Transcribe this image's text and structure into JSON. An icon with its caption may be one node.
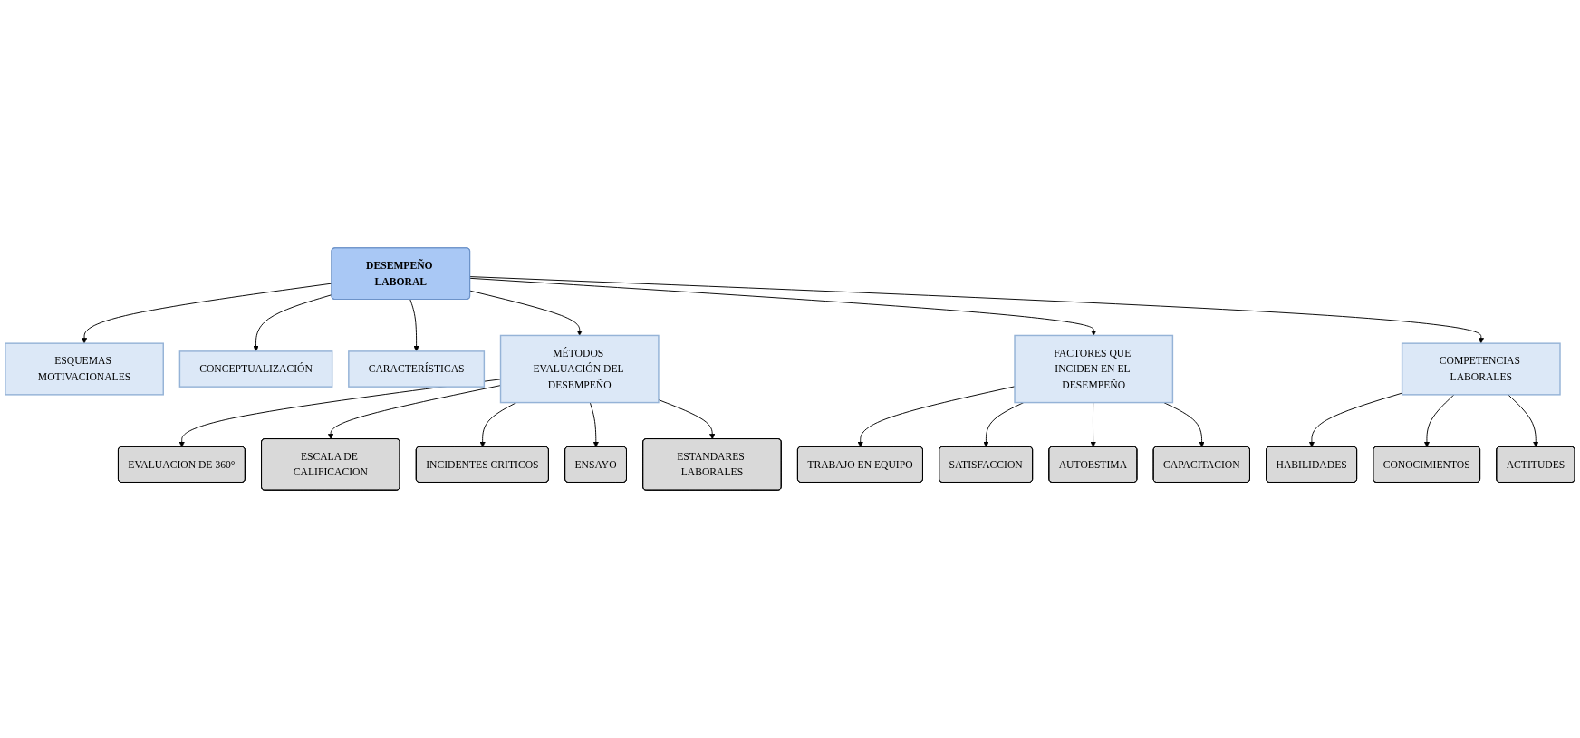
{
  "diagram": {
    "nodes": [
      {
        "text": [
          "DESEMPEÑO LABORAL"
        ]
      },
      {
        "text": [
          "ESQUEMAS MOTIVACIONALES"
        ]
      },
      {
        "text": [
          "CONCEPTUALIZACIÓN"
        ]
      },
      {
        "text": [
          "CARACTERÍSTICAS"
        ]
      },
      {
        "text": [
          "MÉTODOS EVALUACIÓN DEL DESEMPEÑO"
        ]
      },
      {
        "text": [
          "EVALUACION DE 360°"
        ]
      },
      {
        "text": [
          "ESCALA DE CALIFICACION"
        ]
      },
      {
        "text": [
          "INCIDENTES CRITICOS"
        ]
      },
      {
        "text": [
          "ENSAYO"
        ]
      },
      {
        "text": [
          "ESTANDARES LABORALES"
        ]
      },
      {
        "text": [
          "FACTORES QUE INCIDEN EN EL DESEMPEÑO"
        ]
      },
      {
        "text": [
          "COMPETENCIAS LABORALES"
        ]
      },
      {
        "text": [
          "HABILIDADES"
        ]
      },
      {
        "text": [
          "CONOCIMIENTOS"
        ]
      },
      {
        "text": [
          "ACTITUDES"
        ]
      },
      {
        "text": [
          "TRABAJO EN EQUIPO"
        ]
      },
      {
        "text": [
          "SATISFACCION"
        ]
      },
      {
        "text": [
          "AUTOESTIMA"
        ]
      },
      {
        "text": [
          "CAPACITACION"
        ]
      }
    ],
    "edges": [
      {
        "from": 0,
        "to": 1,
        "arrow": "to"
      },
      {
        "from": 0,
        "to": 2,
        "arrow": "to"
      },
      {
        "from": 0,
        "to": 3,
        "arrow": "to"
      },
      {
        "from": 0,
        "to": 4,
        "arrow": "to"
      },
      {
        "from": 4,
        "to": 5,
        "arrow": "to"
      },
      {
        "from": 4,
        "to": 6,
        "arrow": "to"
      },
      {
        "from": 4,
        "to": 7,
        "arrow": "to"
      },
      {
        "from": 4,
        "to": 8,
        "arrow": "to"
      },
      {
        "from": 4,
        "to": 9,
        "arrow": "to"
      },
      {
        "from": 0,
        "to": 10,
        "arrow": "to"
      },
      {
        "from": 0,
        "to": 11,
        "arrow": "to"
      },
      {
        "from": 11,
        "to": 12,
        "arrow": "to"
      },
      {
        "from": 11,
        "to": 13,
        "arrow": "to"
      },
      {
        "from": 11,
        "to": 14,
        "arrow": "to"
      },
      {
        "from": 10,
        "to": 15,
        "arrow": "to"
      },
      {
        "from": 10,
        "to": 16,
        "arrow": "to"
      },
      {
        "from": 10,
        "to": 17,
        "arrow": "to"
      },
      {
        "from": 10,
        "to": 18,
        "arrow": "to"
      }
    ]
  }
}
